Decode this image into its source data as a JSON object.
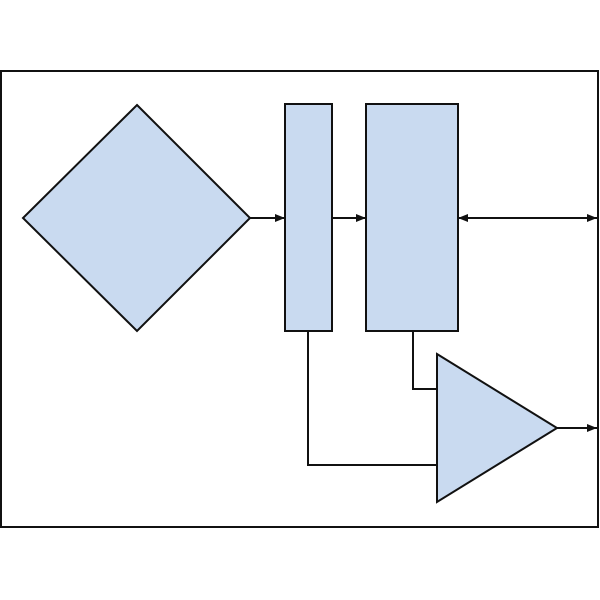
{
  "colors": {
    "block_fill": "#c9daf0",
    "stroke": "#111111",
    "background": "#ffffff"
  },
  "blocks": [
    {
      "id": "diamond",
      "shape": "diamond"
    },
    {
      "id": "narrow-bar",
      "shape": "rectangle"
    },
    {
      "id": "wide-block",
      "shape": "rectangle"
    },
    {
      "id": "triangle",
      "shape": "triangle"
    }
  ]
}
